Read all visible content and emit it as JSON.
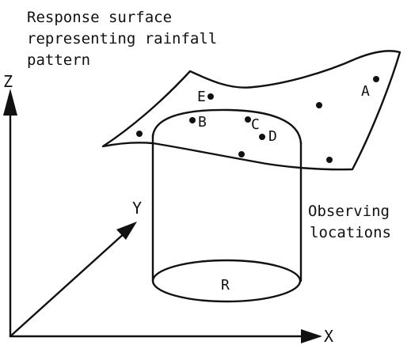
{
  "caption": {
    "line1": "Response surface",
    "line2": "representing rainfall",
    "line3": "pattern"
  },
  "axes": {
    "z": "Z",
    "y": "Y",
    "x": "X"
  },
  "points": {
    "a": "A",
    "b": "B",
    "c": "C",
    "d": "D",
    "e": "E"
  },
  "observing": {
    "line1": "Observing",
    "line2": "locations"
  },
  "region": {
    "label": "R"
  }
}
